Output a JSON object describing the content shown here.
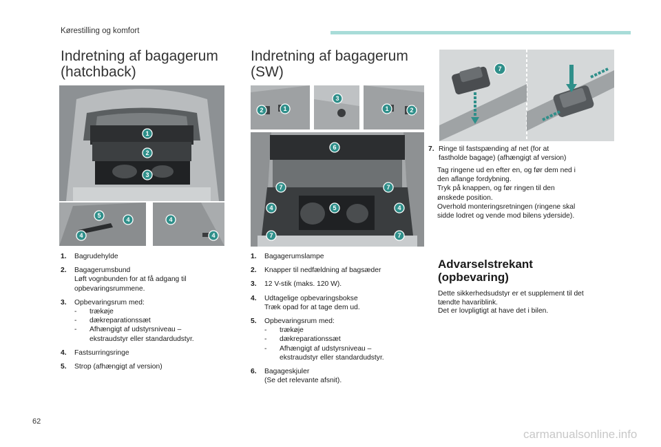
{
  "header": {
    "section": "Kørestilling og komfort"
  },
  "hatchback": {
    "title_line1": "Indretning af bagagerum",
    "title_line2": "(hatchback)",
    "items": [
      {
        "num": "1.",
        "text": "Bagrudehylde"
      },
      {
        "num": "2.",
        "text": "Bagagerumsbund",
        "text2": "Løft vognbunden for at få adgang til",
        "text3": "opbevaringsrummene."
      },
      {
        "num": "3.",
        "text": "Opbevaringsrum med:",
        "subs": [
          "trækøje",
          "dækreparationssæt",
          "Afhængigt af udstyrsniveau –",
          "ekstraudstyr eller standardudstyr."
        ]
      },
      {
        "num": "4.",
        "text": "Fastsurringsringe"
      },
      {
        "num": "5.",
        "text": "Strop (afhængigt af version)"
      }
    ]
  },
  "sw": {
    "title_line1": "Indretning af bagagerum",
    "title_line2": "(SW)",
    "items": [
      {
        "num": "1.",
        "text": "Bagagerumslampe"
      },
      {
        "num": "2.",
        "text": "Knapper til nedfældning af bagsæder"
      },
      {
        "num": "3.",
        "text": "12 V-stik (maks. 120 W)."
      },
      {
        "num": "4.",
        "text": "Udtagelige opbevaringsbokse",
        "text2": "Træk opad for at tage dem ud."
      },
      {
        "num": "5.",
        "text": "Opbevaringsrum med:",
        "subs": [
          "trækøje",
          "dækreparationssæt",
          "Afhængigt af udstyrsniveau –",
          "ekstraudstyr eller standardudstyr."
        ]
      },
      {
        "num": "6.",
        "text": "Bagageskjuler",
        "text2": "(Se det relevante afsnit)."
      }
    ]
  },
  "net": {
    "num": "7.",
    "line1": "Ringe til fastspænding af net (for at",
    "line2": "fastholde bagage) (afhængigt af version)",
    "bullet_mark": "",
    "bullets": [
      {
        "l1": "Tag ringene ud en efter en, og før dem ned i",
        "l2": "den aflange fordybning."
      },
      {
        "l1": "Tryk på knappen, og før ringen til den",
        "l2": "ønskede position."
      },
      {
        "l1": "Overhold monteringsretningen (ringene skal",
        "l2": "sidde lodret og vende mod bilens yderside)."
      }
    ]
  },
  "warning": {
    "title_line1": "Advarselstrekant",
    "title_line2": "(opbevaring)",
    "p1": "Dette sikkerhedsudstyr er et supplement til det",
    "p2": "tændte havariblink.",
    "p3": "Det er lovpligtigt at have det i bilen."
  },
  "badges": {
    "b1": "1",
    "b2": "2",
    "b3": "3",
    "b4": "4",
    "b5": "5",
    "b6": "6",
    "b7": "7"
  },
  "footer": {
    "page": "62",
    "watermark": "carmanualsonline.info"
  },
  "colors": {
    "accent_bar": "#a8dcd8",
    "badge": "#2f8f8a"
  }
}
